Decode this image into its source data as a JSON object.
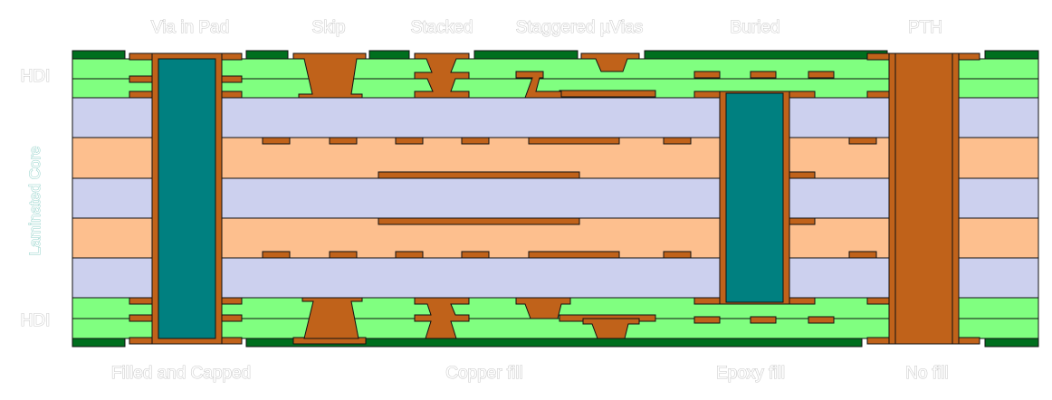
{
  "labels": {
    "top": [
      "Via in Pad",
      "Skip",
      "Stacked",
      "Staggered µVias",
      "Buried",
      "PTH"
    ],
    "bottom": [
      "Filled and Capped",
      "Copper fill",
      "Epoxy fill",
      "No fill"
    ],
    "left": {
      "hdi_top": "HDI",
      "core": "Laminated Core",
      "hdi_bottom": "HDI"
    }
  },
  "colors": {
    "hdi_dielectric": "#80ff80",
    "core_glass": "#ccd0ee",
    "prepreg": "#fdbf8e",
    "copper": "#c0621a",
    "epoxy": "#008080",
    "soldermask": "#006f1e",
    "outline": "#111111"
  }
}
